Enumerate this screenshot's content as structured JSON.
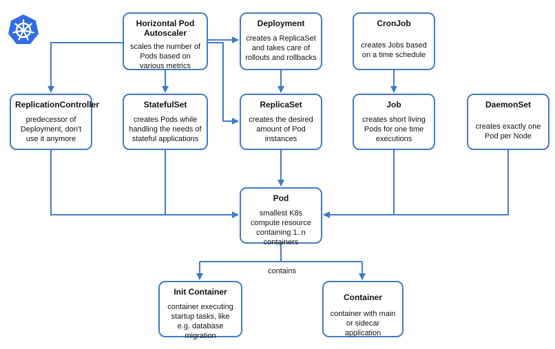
{
  "colors": {
    "accent": "#3f7bc4",
    "logo": "#326ce5",
    "text": "#111111"
  },
  "logo": {
    "icon": "kubernetes-helm-wheel-icon"
  },
  "nodes": {
    "hpa": {
      "title": "Horizontal Pod Autoscaler",
      "desc": "scales the number of Pods based on various metrics"
    },
    "deployment": {
      "title": "Deployment",
      "desc": "creates a ReplicaSet and takes care of rollouts and rollbacks"
    },
    "cronjob": {
      "title": "CronJob",
      "desc": "creates Jobs based on a time schedule"
    },
    "replicationcontroller": {
      "title": "ReplicationController",
      "desc": "predecessor of Deployment, don't use it anymore"
    },
    "statefulset": {
      "title": "StatefulSet",
      "desc": "creates Pods while handling the needs of stateful applications"
    },
    "replicaset": {
      "title": "ReplicaSet",
      "desc": "creates the desired amount of Pod instances"
    },
    "job": {
      "title": "Job",
      "desc": "creates short living Pods for one time executions"
    },
    "daemonset": {
      "title": "DaemonSet",
      "desc": "creates exactly one Pod per Node"
    },
    "pod": {
      "title": "Pod",
      "desc": "smallest K8s compute resource containing 1..n containers"
    },
    "initcontainer": {
      "title": "Init Container",
      "desc": "container executing startup tasks, like e.g. database migration"
    },
    "container": {
      "title": "Container",
      "desc": "container with main or sidecar application"
    }
  },
  "edges": {
    "contains_label": "contains"
  }
}
